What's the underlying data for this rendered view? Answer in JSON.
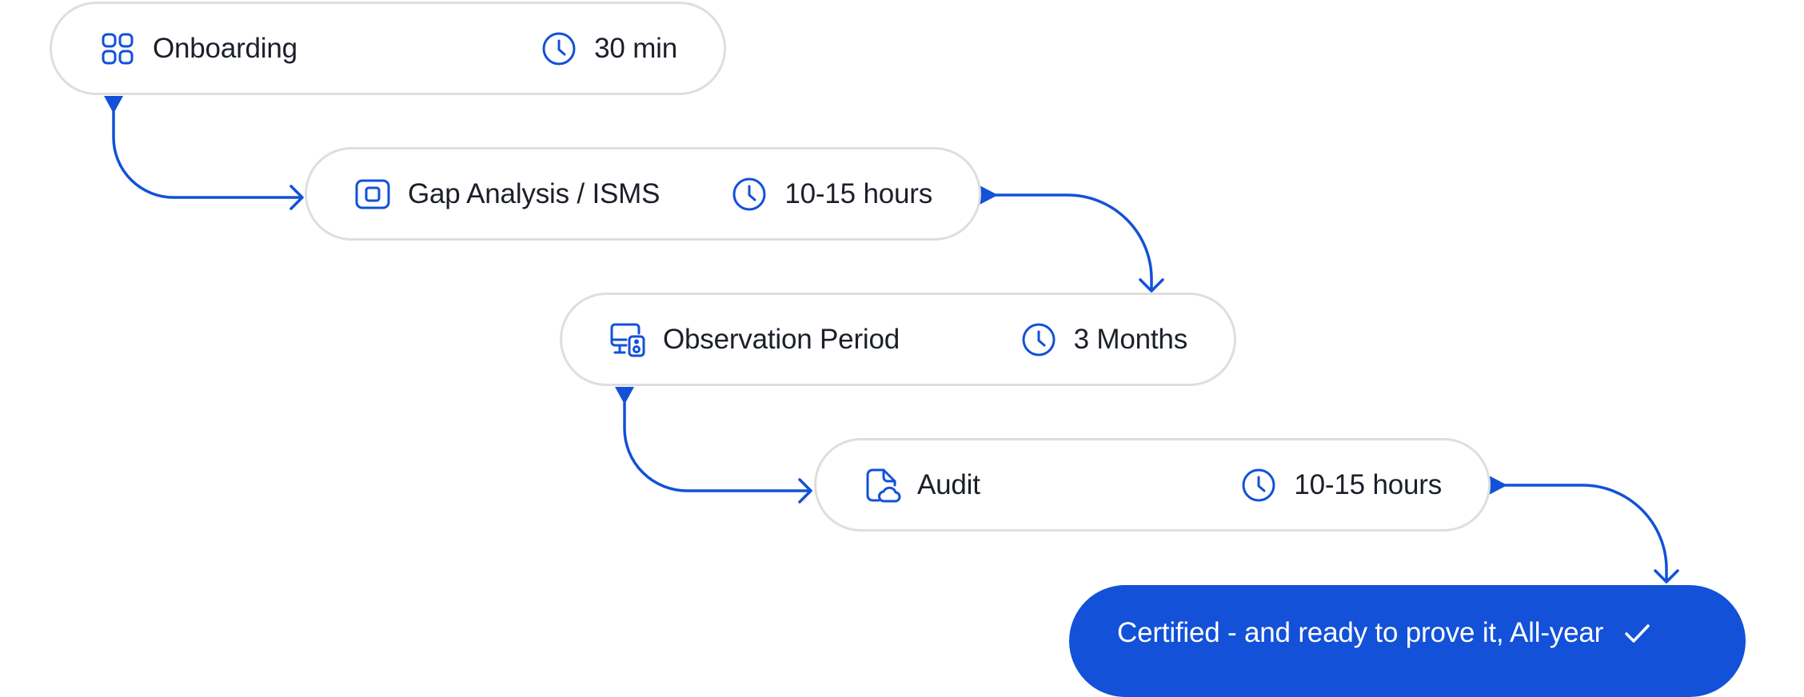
{
  "steps": [
    {
      "label": "Onboarding",
      "duration": "30 min",
      "icon": "grid-icon"
    },
    {
      "label": "Gap Analysis / ISMS",
      "duration": "10-15 hours",
      "icon": "square-target-icon"
    },
    {
      "label": "Observation Period",
      "duration": "3 Months",
      "icon": "monitor-speaker-icon"
    },
    {
      "label": "Audit",
      "duration": "10-15 hours",
      "icon": "document-cloud-icon"
    }
  ],
  "final": {
    "label": "Certified - and ready to prove it, All-year",
    "icon": "check-icon"
  },
  "colors": {
    "accent": "#1251d8",
    "border": "#dedede",
    "text": "#1b1f2a"
  }
}
